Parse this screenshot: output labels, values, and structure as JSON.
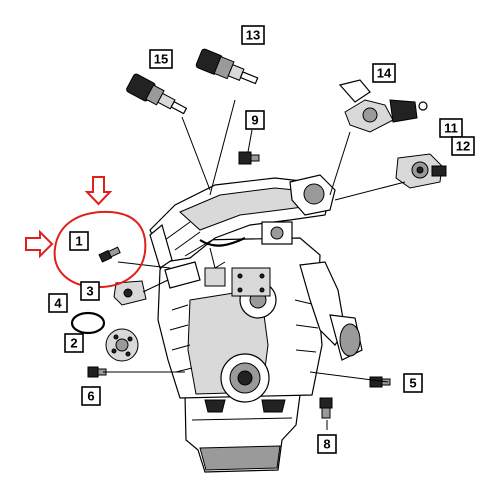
{
  "callouts": [
    {
      "id": "c1",
      "label": "1"
    },
    {
      "id": "c2",
      "label": "2"
    },
    {
      "id": "c3",
      "label": "3"
    },
    {
      "id": "c4",
      "label": "4"
    },
    {
      "id": "c5",
      "label": "5"
    },
    {
      "id": "c6",
      "label": "6"
    },
    {
      "id": "c8",
      "label": "8"
    },
    {
      "id": "c9",
      "label": "9"
    },
    {
      "id": "c11",
      "label": "11"
    },
    {
      "id": "c12",
      "label": "12"
    },
    {
      "id": "c13",
      "label": "13"
    },
    {
      "id": "c14",
      "label": "14"
    },
    {
      "id": "c15",
      "label": "15"
    }
  ],
  "colors": {
    "highlight": "#e0201b",
    "ink": "#000000",
    "shade": "#9a9a9a"
  }
}
